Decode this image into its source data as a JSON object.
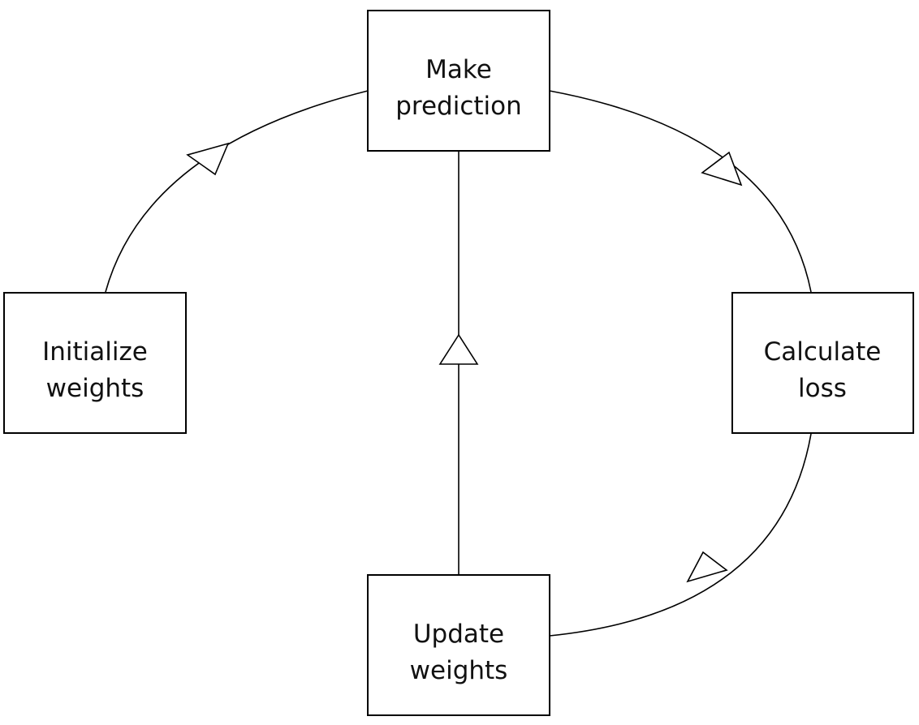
{
  "diagram": {
    "type": "cycle",
    "nodes": {
      "make_prediction": {
        "line1": "Make",
        "line2": "prediction"
      },
      "calculate_loss": {
        "line1": "Calculate",
        "line2": "loss"
      },
      "update_weights": {
        "line1": "Update",
        "line2": "weights"
      },
      "initialize_weights": {
        "line1": "Initialize",
        "line2": "weights"
      }
    },
    "edges": [
      {
        "from": "initialize_weights",
        "to": "make_prediction"
      },
      {
        "from": "make_prediction",
        "to": "calculate_loss"
      },
      {
        "from": "calculate_loss",
        "to": "update_weights"
      },
      {
        "from": "update_weights",
        "to": "make_prediction"
      }
    ],
    "colors": {
      "stroke": "#000000",
      "fill": "#ffffff",
      "text": "#111111"
    }
  }
}
